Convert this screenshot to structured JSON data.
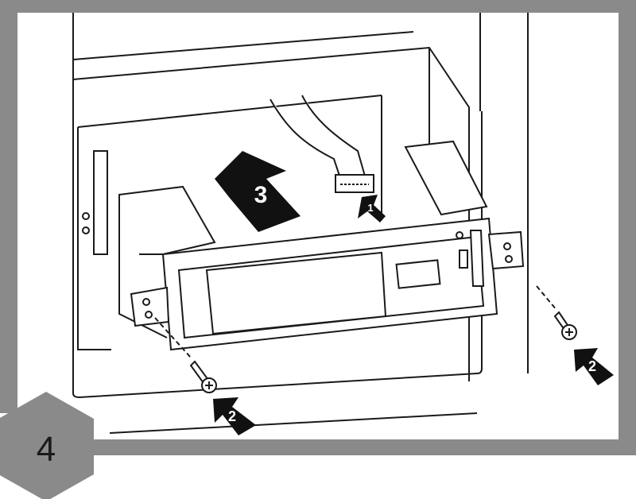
{
  "step_number": "4",
  "arrow_labels": {
    "connector": "1",
    "screw_left": "2",
    "screw_right": "2",
    "push_in": "3"
  },
  "colors": {
    "frame": "#8a8a8a",
    "line": "#1a1a1a",
    "arrow": "#111111"
  }
}
